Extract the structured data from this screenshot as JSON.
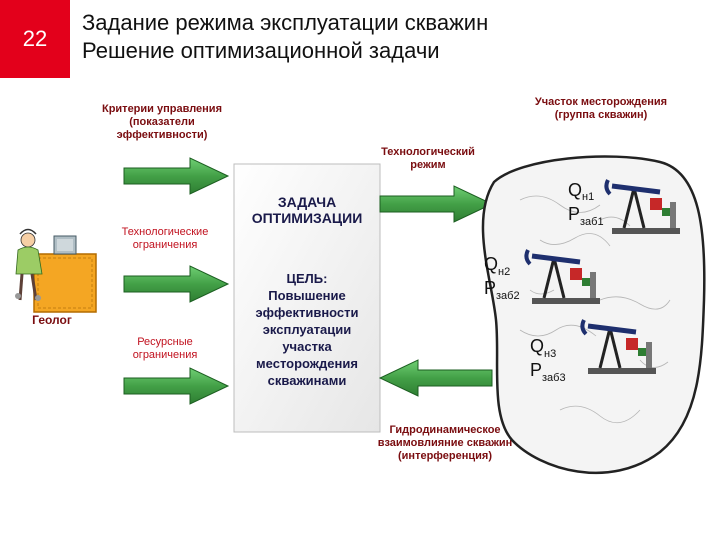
{
  "slide_number": "22",
  "title": {
    "line1": "Задание режима эксплуатации скважин",
    "line2": "Решение оптимизационной задачи"
  },
  "labels": {
    "criteria": [
      "Критерии управления",
      "(показатели",
      "эффективности)"
    ],
    "field_section": [
      "Участок месторождения",
      "(группа скважин)"
    ],
    "tech_mode": [
      "Технологический",
      "режим"
    ],
    "tech_limits": [
      "Технологические",
      "ограничения"
    ],
    "resource_limits": [
      "Ресурсные",
      "ограничения"
    ],
    "geologist": "Геолог",
    "hydro": [
      "Гидродинамическое",
      "взаимовлияние скважин",
      "(интерференция)"
    ]
  },
  "task_box": {
    "task_title": [
      "ЗАДАЧА",
      "ОПТИМИЗАЦИИ"
    ],
    "goal": [
      "ЦЕЛЬ:",
      "Повышение",
      "эффективности",
      "эксплуатации",
      "участка",
      "месторождения",
      "скважинами"
    ]
  },
  "wells": [
    {
      "q": "Q",
      "q_sub": "н1",
      "p": "P",
      "p_sub": "заб1"
    },
    {
      "q": "Q",
      "q_sub": "н2",
      "p": "P",
      "p_sub": "заб2"
    },
    {
      "q": "Q",
      "q_sub": "н3",
      "p": "P",
      "p_sub": "заб3"
    }
  ],
  "colors": {
    "accent_red": "#e3001b",
    "arrow_green": "#4caf50",
    "arrow_green_dark": "#2e7d32",
    "label_dark_red": "#7a0d10"
  }
}
